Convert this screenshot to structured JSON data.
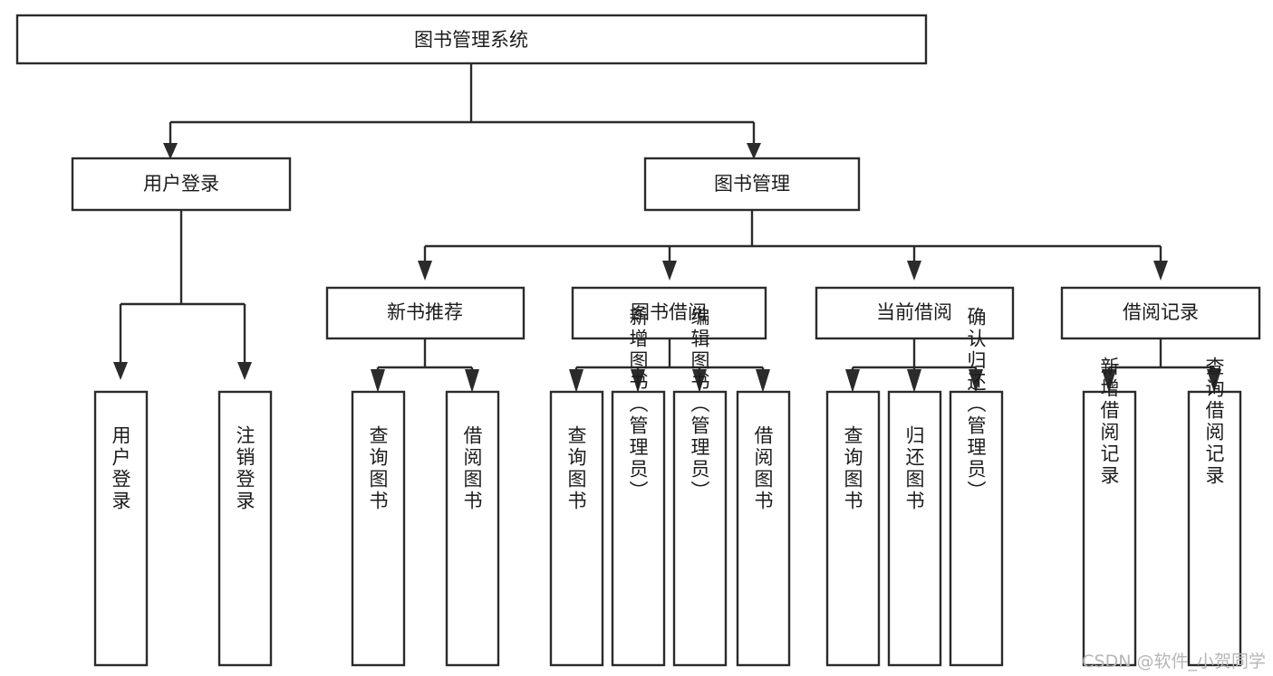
{
  "diagram": {
    "type": "tree-hierarchy-diagram",
    "title": "图书管理系统",
    "background_color": "#ffffff",
    "line_color": "#2b2b2b",
    "text_color": "#1c1c1c",
    "watermark": "CSDN @软件_小贺同学",
    "root": {
      "label": "图书管理系统"
    },
    "level1": [
      {
        "label": "用户登录"
      },
      {
        "label": "图书管理"
      }
    ],
    "level2": [
      {
        "label": "新书推荐"
      },
      {
        "label": "图书借阅"
      },
      {
        "label": "当前借阅"
      },
      {
        "label": "借阅记录"
      }
    ],
    "leaves": {
      "user_login": [
        {
          "label": "用户登录"
        },
        {
          "label": "注销登录"
        }
      ],
      "new_book_recommend": [
        {
          "label": "查询图书"
        },
        {
          "label": "借阅图书"
        }
      ],
      "book_borrow": [
        {
          "label": "查询图书"
        },
        {
          "label": "新增图书（管理员）"
        },
        {
          "label": "编辑图书（管理员）"
        },
        {
          "label": "借阅图书"
        }
      ],
      "current_borrow": [
        {
          "label": "查询图书"
        },
        {
          "label": "归还图书"
        },
        {
          "label": "确认归还（管理员）"
        }
      ],
      "borrow_record": [
        {
          "label": "新增借阅记录"
        },
        {
          "label": "查询借阅记录"
        }
      ]
    }
  }
}
